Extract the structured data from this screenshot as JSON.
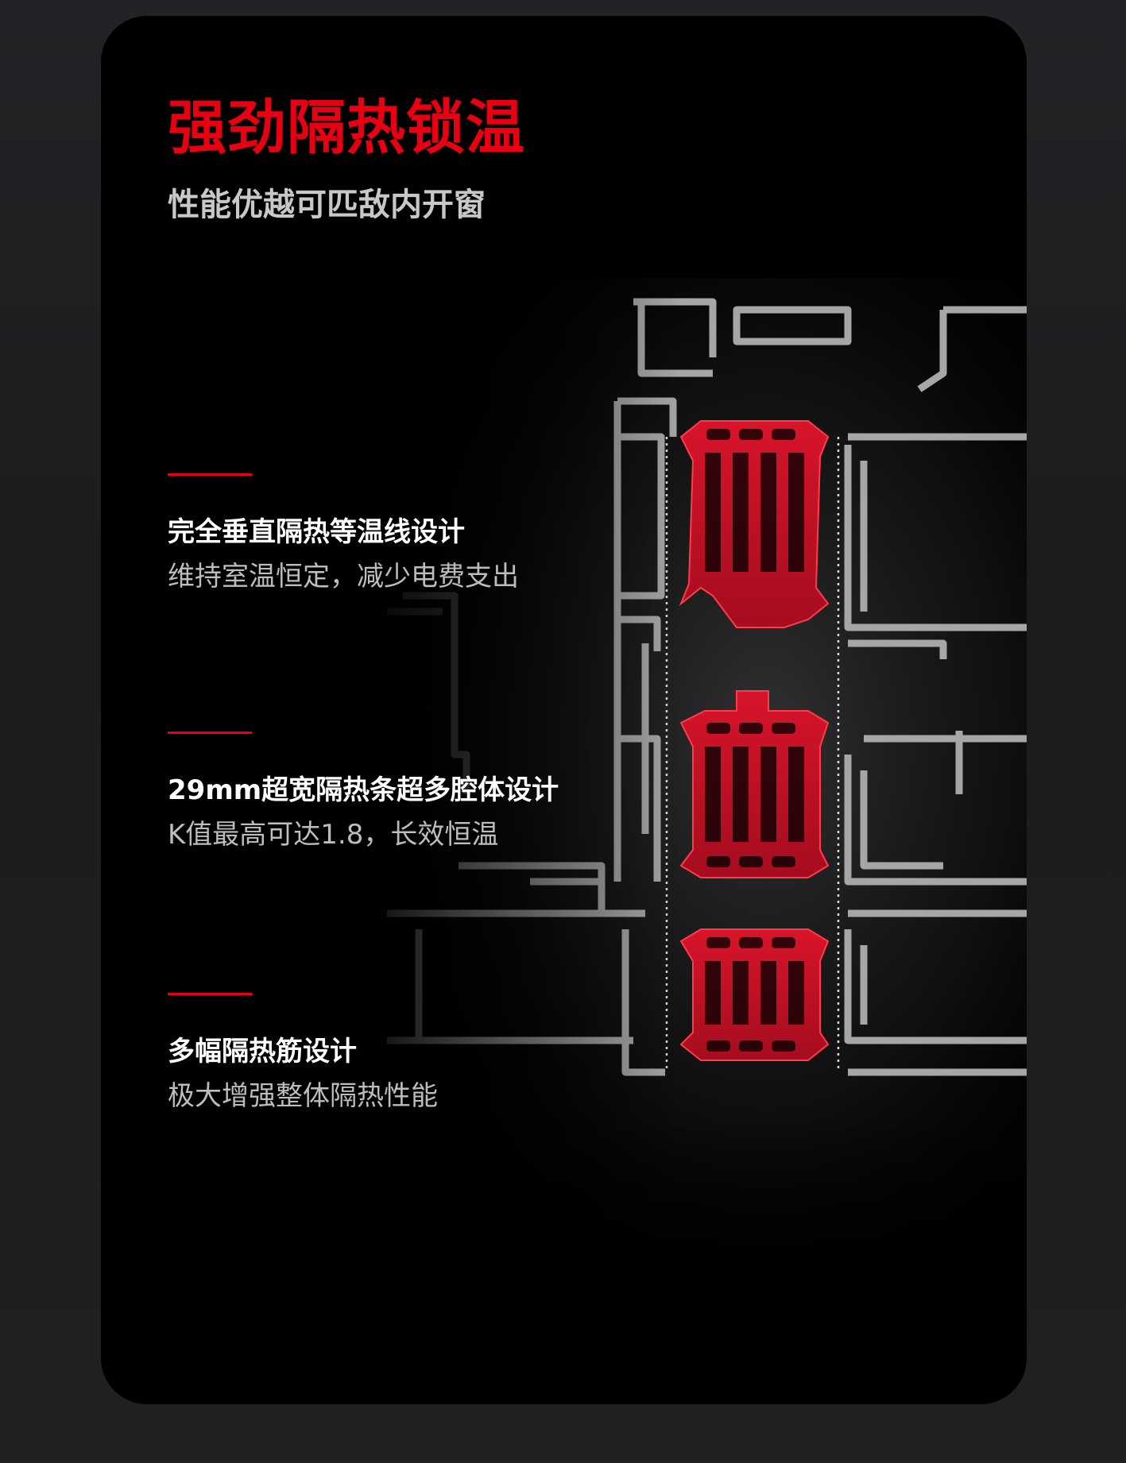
{
  "header": {
    "title": "强劲隔热锁温",
    "subtitle": "性能优越可匹敌内开窗"
  },
  "features": [
    {
      "title": "完全垂直隔热等温线设计",
      "description": "维持室温恒定，减少电费支出"
    },
    {
      "title": "29mm超宽隔热条超多腔体设计",
      "description": "K值最高可达1.8，长效恒温"
    },
    {
      "title": "多幅隔热筋设计",
      "description": "极大增强整体隔热性能"
    }
  ],
  "colors": {
    "accent": "#e60012",
    "card_background": "#000000",
    "page_background": "#1c1c1e",
    "profile_gray": "#a9a9ab",
    "thermal_break_red": "#c8102e"
  },
  "illustration": {
    "icon": "window-profile-cross-section-icon"
  }
}
